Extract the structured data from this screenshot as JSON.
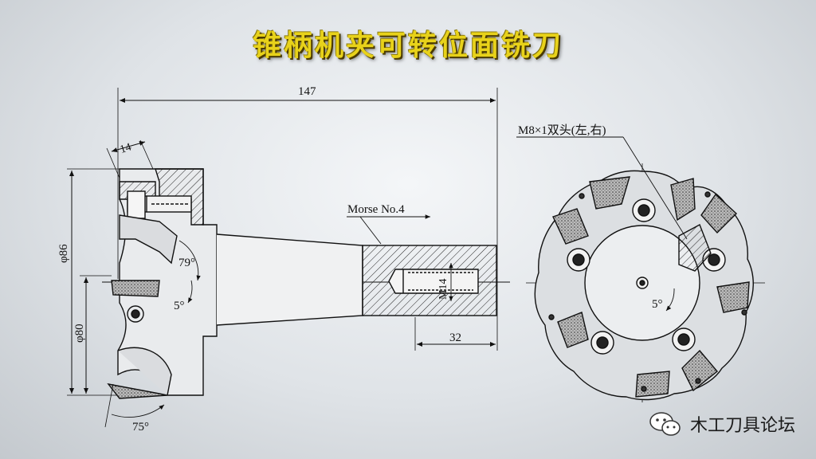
{
  "title": "锥柄机夹可转位面铣刀",
  "labels": {
    "overall_length": "147",
    "flange_width": "14",
    "diameter_86": "φ86",
    "diameter_80": "φ80",
    "taper": "Morse No.4",
    "thread_size": "M14",
    "thread_depth": "32",
    "angle_79": "79°",
    "angle_5_left": "5°",
    "angle_75": "75°",
    "screw_spec": "M8×1双头(左,右)",
    "angle_5_right": "5°"
  },
  "watermark": {
    "text": "木工刀具论坛",
    "icon": "wechat-icon"
  }
}
